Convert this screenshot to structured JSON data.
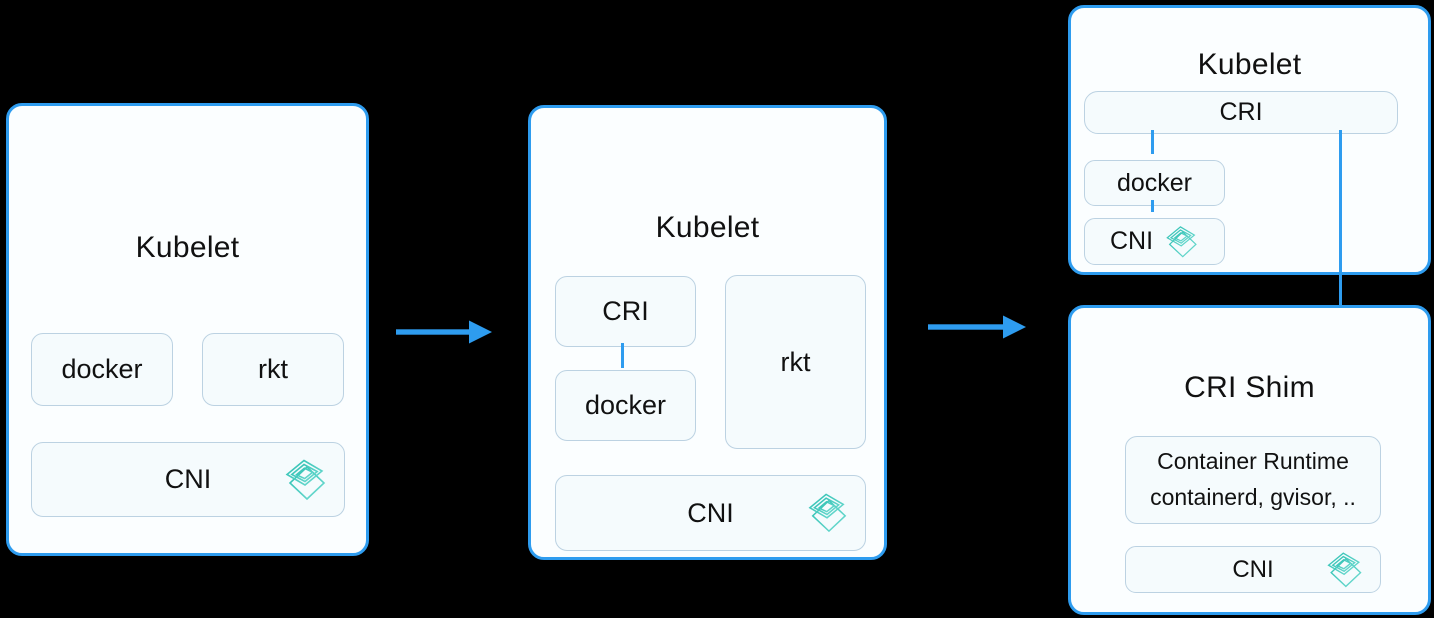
{
  "panels": {
    "kubelet_v1": {
      "title": "Kubelet",
      "docker_label": "docker",
      "rkt_label": "rkt",
      "cni_label": "CNI"
    },
    "kubelet_v2": {
      "title": "Kubelet",
      "cri_label": "CRI",
      "docker_label": "docker",
      "rkt_label": "rkt",
      "cni_label": "CNI"
    },
    "kubelet_v3": {
      "title": "Kubelet",
      "cri_label": "CRI",
      "docker_label": "docker",
      "cni_label": "CNI"
    },
    "cri_shim": {
      "title": "CRI Shim",
      "runtime_line1": "Container Runtime",
      "runtime_line2": "containerd, gvisor, ..",
      "cni_label": "CNI"
    }
  },
  "icons": {
    "cni_icon": "cni-wireframe-cube-icon",
    "flow_arrow": "arrow-right-icon"
  },
  "colors": {
    "background": "#000000",
    "accent_blue": "#2E9CEF",
    "panel_bg": "#FBFEFF",
    "box_bg": "#F5FBFD",
    "box_border": "#BCD2E2",
    "cni_teal_dark": "#2BBFB1",
    "cni_teal_light": "#72DCD2",
    "text": "#111111"
  }
}
